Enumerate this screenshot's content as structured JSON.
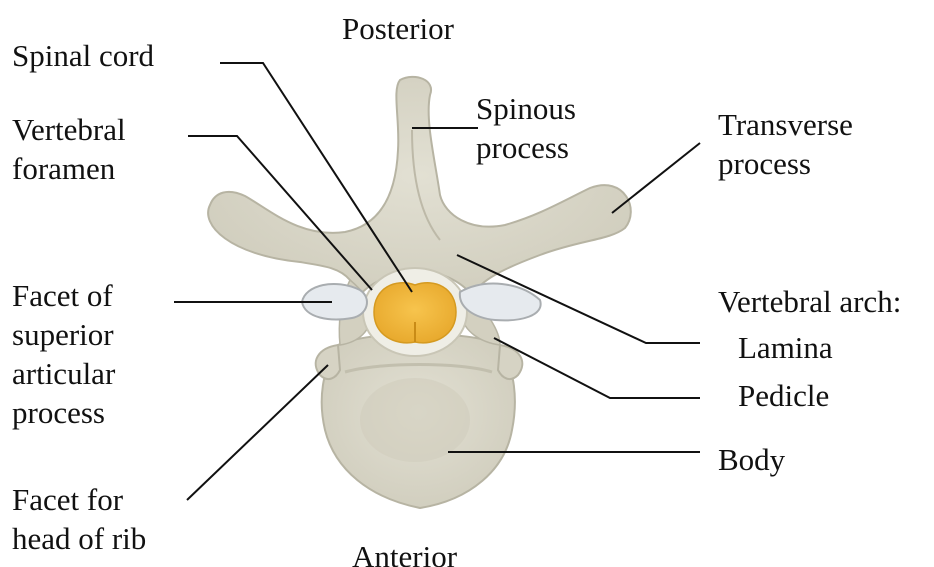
{
  "diagram": {
    "orientation": {
      "top": "Posterior",
      "bottom": "Anterior"
    },
    "labels": {
      "spinal_cord": "Spinal cord",
      "vertebral_foramen": [
        "Vertebral",
        "foramen"
      ],
      "spinous_process": [
        "Spinous",
        "process"
      ],
      "transverse_process": [
        "Transverse",
        "process"
      ],
      "facet_superior": [
        "Facet of",
        "superior",
        "articular",
        "process"
      ],
      "vertebral_arch": "Vertebral arch:",
      "lamina": "Lamina",
      "pedicle": "Pedicle",
      "body": "Body",
      "facet_rib": [
        "Facet for",
        "head of rib"
      ]
    },
    "colors": {
      "bone": "#d8d6c8",
      "bone_outline": "#b7b4a3",
      "spinal_cord": "#f0b53a",
      "facet": "#e6eaee"
    }
  }
}
